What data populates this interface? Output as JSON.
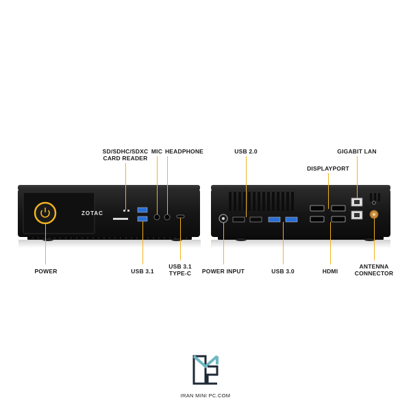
{
  "labels": {
    "card_reader": [
      "SD/SDHC/SDXC",
      "CARD READER"
    ],
    "mic": "MIC",
    "headphone": "HEADPHONE",
    "usb20": "USB 2.0",
    "gigabit_lan": "GIGABIT LAN",
    "displayport": "DISPLAYPORT",
    "power": "POWER",
    "usb31": "USB 3.1",
    "usb31_typec": [
      "USB 3.1",
      "TYPE-C"
    ],
    "power_input": "POWER INPUT",
    "usb30": "USB 3.0",
    "hdmi": "HDMI",
    "antenna": [
      "ANTENNA",
      "CONNECTOR"
    ]
  },
  "brand": {
    "device_logo": "ZOTAC",
    "shop_name": "IRAN MINI PC.COM"
  },
  "colors": {
    "leader": "#f2b320",
    "device_body": "#1c1c1c",
    "usb3_blue": "#2a6fd6",
    "logo_teal": "#6fb7c2",
    "logo_dark": "#1e2a35"
  }
}
